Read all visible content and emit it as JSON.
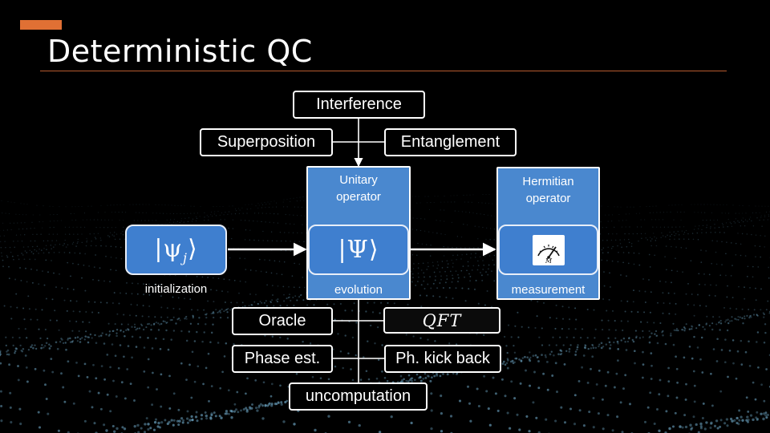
{
  "title": "Deterministic QC",
  "colors": {
    "accent": "#e07034",
    "column_blue": "#4a88cf",
    "state_blue": "#3f7fcf"
  },
  "top_boxes": {
    "interference": "Interference",
    "superposition": "Superposition",
    "entanglement": "Entanglement"
  },
  "columns": {
    "initialization": {
      "state": "|ψj⟩",
      "bottom": "initialization"
    },
    "evolution": {
      "top": "Unitary operator",
      "state": "|Ψ⟩",
      "bottom": "evolution"
    },
    "measurement": {
      "top": "Hermitian operator",
      "meter_label": "M",
      "bottom": "measurement"
    }
  },
  "bottom_boxes": {
    "oracle": "Oracle",
    "qft": "QFT",
    "phase_est": "Phase est.",
    "ph_kick_back": "Ph. kick back",
    "uncomputation": "uncomputation"
  },
  "icons": {
    "measurement": "meter-gauge-icon"
  }
}
